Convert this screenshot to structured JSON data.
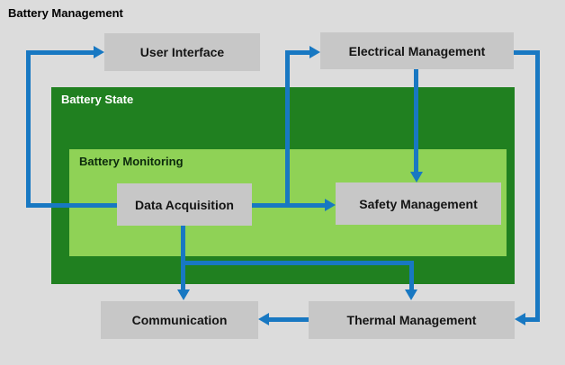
{
  "title": "Battery Management",
  "containers": {
    "battery_state": {
      "label": "Battery State"
    },
    "battery_monitoring": {
      "label": "Battery Monitoring"
    }
  },
  "nodes": {
    "user_interface": {
      "label": "User Interface"
    },
    "electrical_management": {
      "label": "Electrical Management"
    },
    "data_acquisition": {
      "label": "Data Acquisition"
    },
    "safety_management": {
      "label": "Safety Management"
    },
    "communication": {
      "label": "Communication"
    },
    "thermal_management": {
      "label": "Thermal Management"
    }
  },
  "edges": [
    {
      "from": "Data Acquisition",
      "to": "User Interface"
    },
    {
      "from": "Data Acquisition",
      "to": "Electrical Management"
    },
    {
      "from": "Data Acquisition",
      "to": "Safety Management"
    },
    {
      "from": "Electrical Management",
      "to": "Safety Management"
    },
    {
      "from": "Electrical Management",
      "to": "Thermal Management"
    },
    {
      "from": "Data Acquisition",
      "to": "Communication"
    },
    {
      "from": "Data Acquisition",
      "to": "Thermal Management"
    },
    {
      "from": "Thermal Management",
      "to": "Communication"
    }
  ],
  "colors": {
    "background": "#dcdcdc",
    "node_fill": "#c7c7c7",
    "battery_state_fill": "#208020",
    "battery_monitoring_fill": "#8fd256",
    "arrow": "#1878c2",
    "title_text": "#000000",
    "battery_state_label_text": "#ffffff"
  }
}
